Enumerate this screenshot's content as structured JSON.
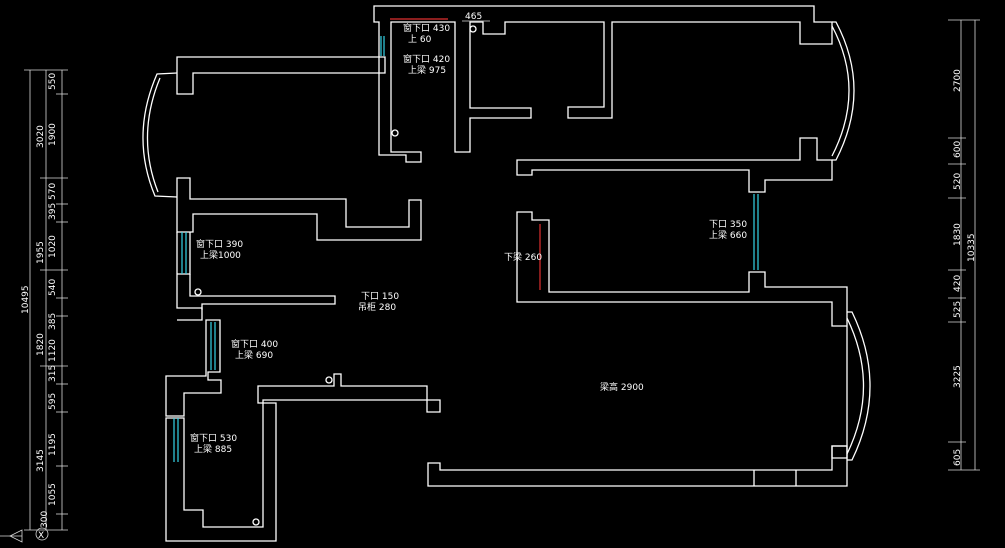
{
  "colors": {
    "background": "#000000",
    "walls": "#ffffff",
    "windows": "#36d6e8",
    "marker": "#e03030"
  },
  "icons": [
    "ucs-arrow-icon",
    "ucs-x-label-icon"
  ],
  "top_dimension": {
    "value": "465"
  },
  "room_notes": {
    "n1": {
      "line1": "窗下口 430",
      "line2": "上 60"
    },
    "n2": {
      "line1": "窗下口 420",
      "line2": "上梁 975"
    },
    "n3": {
      "line1": "窗下口 390",
      "line2": "上梁1000"
    },
    "n4": {
      "line1": "下口 150",
      "line2": "吊柜 280"
    },
    "n5": {
      "line1": "窗下口 400",
      "line2": "上梁 690"
    },
    "n6": {
      "line1": "窗下口 530",
      "line2": "上梁 885"
    },
    "n7": {
      "line1": "下梁 260"
    },
    "n8": {
      "line1": "下口 350",
      "line2": "上梁 660"
    },
    "n9": {
      "line1": "梁高 2900"
    }
  },
  "left_dimensions": {
    "total": "10495",
    "groups": [
      "3020",
      "1955",
      "1820",
      "3145"
    ],
    "segments": [
      "550",
      "1900",
      "570",
      "395",
      "1020",
      "540",
      "385",
      "1120",
      "315",
      "595",
      "1195",
      "1055",
      "300"
    ],
    "ucs_label": "X"
  },
  "right_dimensions": {
    "total": "10335",
    "segments": [
      "2700",
      "600",
      "520",
      "1830",
      "420",
      "525",
      "3225",
      "605"
    ]
  }
}
